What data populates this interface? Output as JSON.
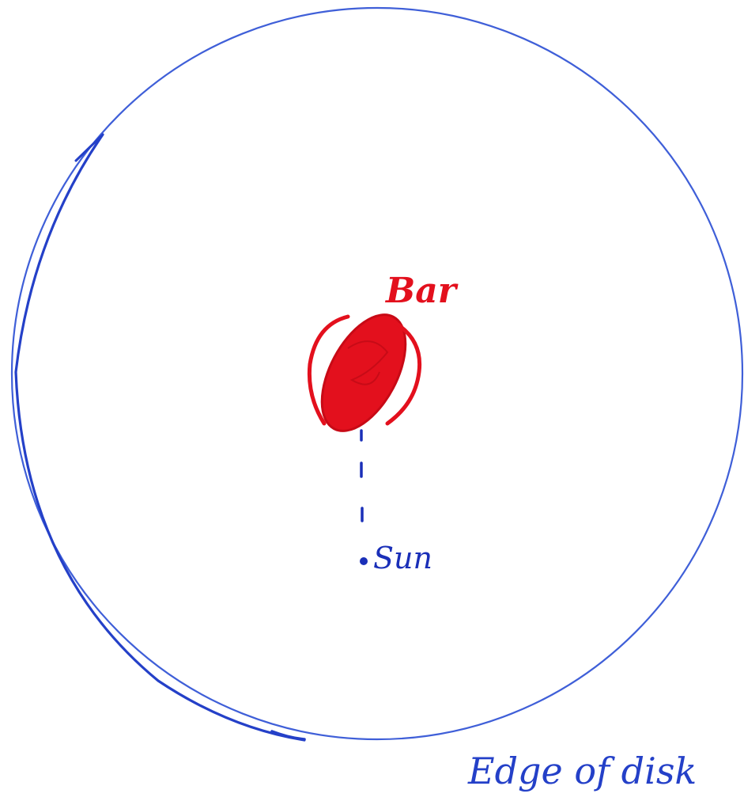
{
  "labels": {
    "bar": "Bar",
    "sun": "Sun",
    "edge": "Edge of disk"
  },
  "colors": {
    "disk_ink": "#2f4fd1",
    "bar_ink": "#e0101e",
    "sun_ink": "#1a2fb8",
    "paper": "#ffffff"
  }
}
